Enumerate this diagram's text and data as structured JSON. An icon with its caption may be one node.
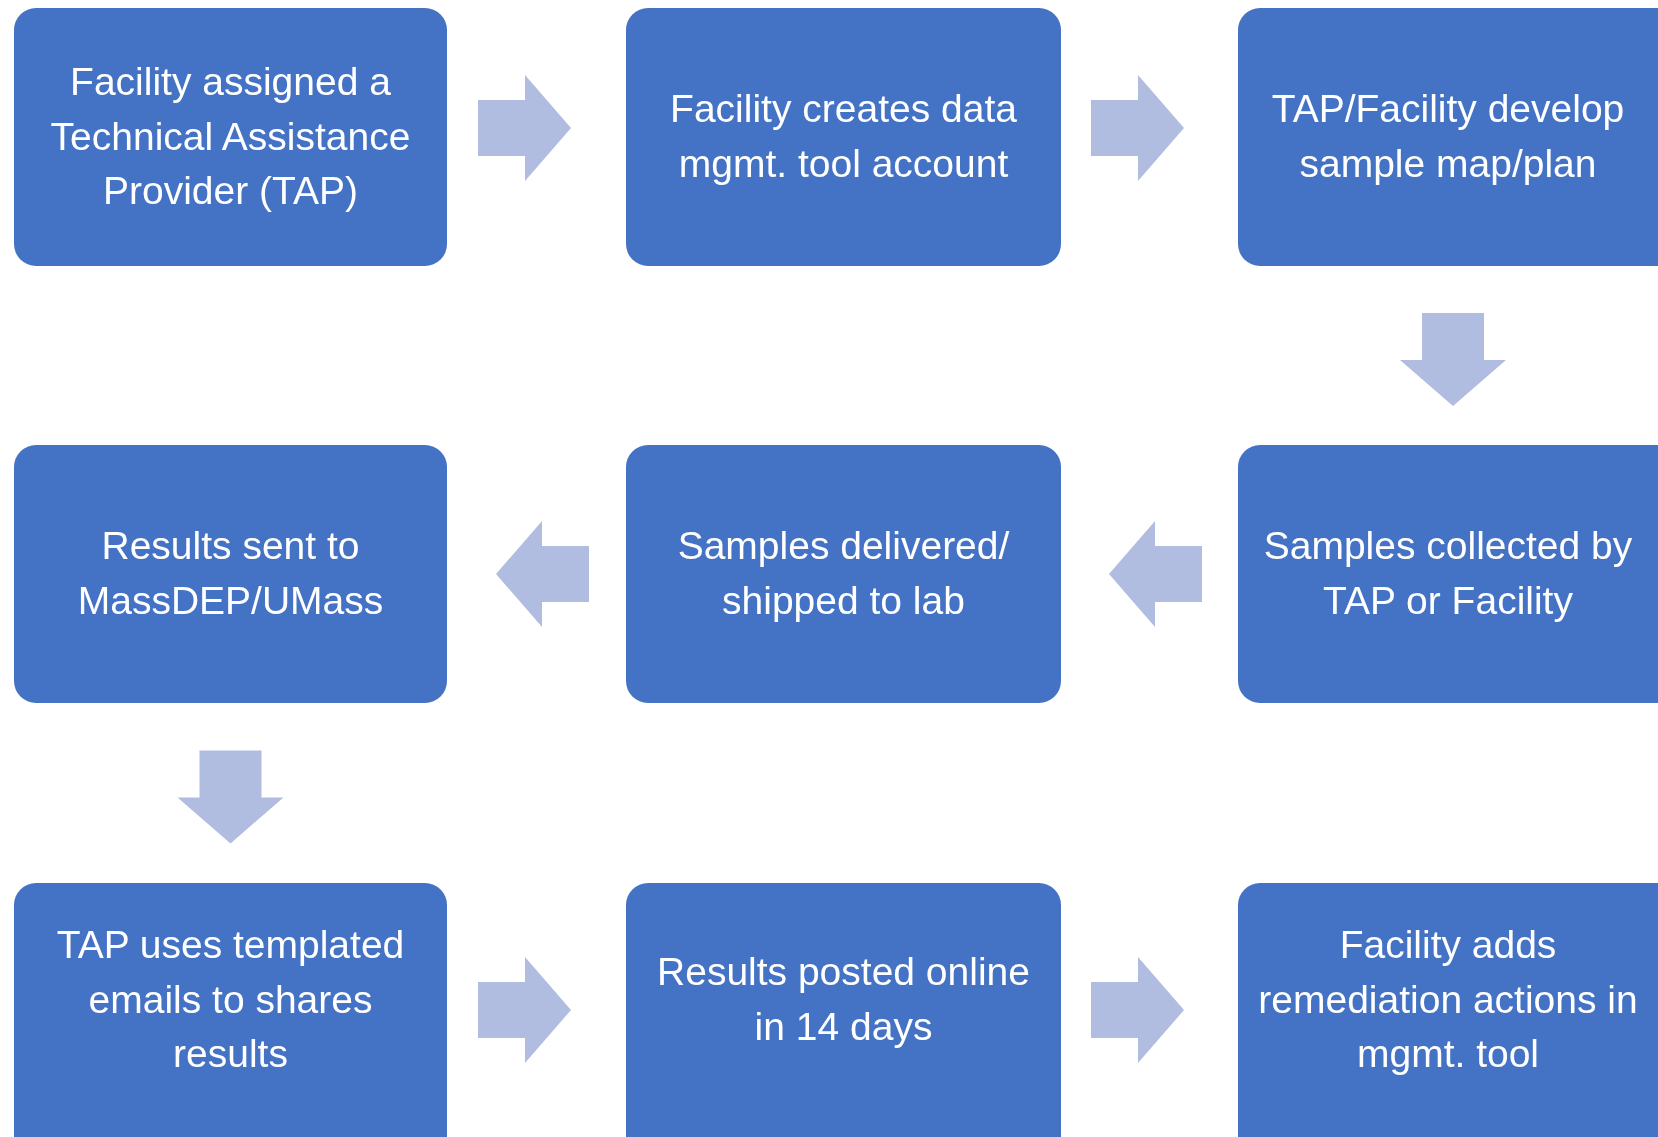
{
  "diagram": {
    "nodes": [
      {
        "text": [
          "Facility assigned a Technical Assistance Provider (TAP)"
        ]
      },
      {
        "text": [
          "Facility creates data mgmt. tool account"
        ]
      },
      {
        "text": [
          "TAP/Facility develop sample map/plan"
        ]
      },
      {
        "text": [
          "Samples collected by TAP or Facility"
        ]
      },
      {
        "text": [
          "Samples delivered/ shipped to lab"
        ]
      },
      {
        "text": [
          "Results sent to MassDEP/UMass"
        ]
      },
      {
        "text": [
          "TAP uses templated emails to shares results"
        ]
      },
      {
        "text": [
          "Results posted online in 14 days"
        ]
      },
      {
        "text": [
          "Facility adds remediation actions in mgmt. tool"
        ]
      }
    ],
    "edges": [
      {
        "from": 0,
        "to": 1,
        "arrow": "to"
      },
      {
        "from": 1,
        "to": 2,
        "arrow": "to"
      },
      {
        "from": 2,
        "to": 3,
        "arrow": "to"
      },
      {
        "from": 3,
        "to": 4,
        "arrow": "to"
      },
      {
        "from": 4,
        "to": 5,
        "arrow": "to"
      },
      {
        "from": 5,
        "to": 6,
        "arrow": "to"
      },
      {
        "from": 6,
        "to": 7,
        "arrow": "to"
      },
      {
        "from": 7,
        "to": 8,
        "arrow": "to"
      }
    ]
  }
}
